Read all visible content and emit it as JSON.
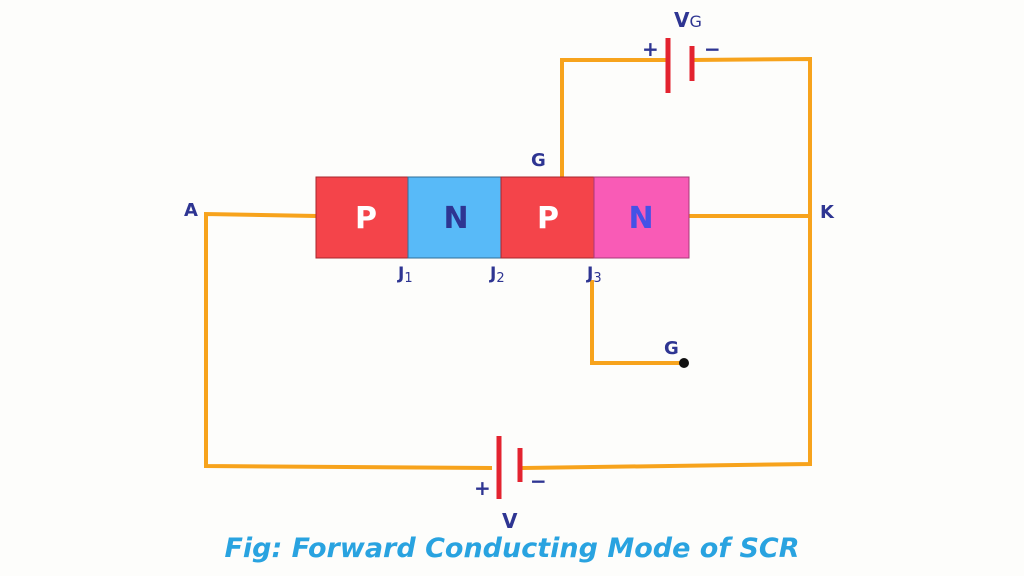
{
  "diagram": {
    "layers": [
      {
        "label": "P",
        "color": "#f4444a",
        "text_color": "#ffffff"
      },
      {
        "label": "N",
        "color": "#58baf8",
        "text_color": "#2e3592"
      },
      {
        "label": "P",
        "color": "#f4444a",
        "text_color": "#ffffff"
      },
      {
        "label": "N",
        "color": "#f95bb6",
        "text_color": "#4552e6"
      }
    ],
    "junctions": [
      {
        "base": "J",
        "sub": "1"
      },
      {
        "base": "J",
        "sub": "2"
      },
      {
        "base": "J",
        "sub": "3"
      }
    ],
    "terminals": {
      "anode": "A",
      "cathode": "K",
      "gate_top": "G",
      "gate_bottom": "G"
    },
    "sources": {
      "gate_source": {
        "base": "V",
        "sub": "G",
        "plus": "+",
        "minus": "−"
      },
      "main_source": {
        "label": "V",
        "plus": "+",
        "minus": "−"
      }
    },
    "colors": {
      "wire": "#f7a31c",
      "battery": "#e3232f",
      "label": "#2e3592",
      "caption": "#29a3e0"
    }
  },
  "caption": "Fig: Forward Conducting Mode of SCR"
}
